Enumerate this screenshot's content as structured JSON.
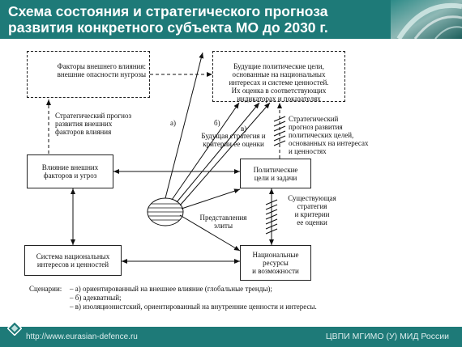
{
  "header": {
    "title": "Схема состояния и стратегического прогноза развития конкретного субъекта МО до 2030 г."
  },
  "diagram": {
    "factors_box": "Факторы внешнего влияния:\nвнешние опасности нугрозы",
    "goals_box": "Будущие политические цели,\nоснованные на национальных\nинтересах и системе ценностей.\nИх оценка в соответствующих\nиндикаторах и показателях",
    "influence_box": "Влияние внешних\nфакторов и угроз",
    "political_box": "Политические\nцели и задачи",
    "system_box": "Система национальных\nинтересов и ценностей",
    "resources_box": "Национальные\nресурсы\nи возможности",
    "label_strategic_external": "Стратегический прогноз\nразвития внешних\nфакторов влияния",
    "label_strategic_political": "Стратегический\nпрогноз развития\nполитических целей,\nоснованных на интересах\nи ценностях",
    "label_future_strategy": "Будущая стратегия и\nкритерии ее оценки",
    "label_existing_strategy": "Существующая\nстратегия\nи критерии\nее оценки",
    "label_elite": "Представления\nэлиты",
    "label_a": "а)",
    "label_b": "б)",
    "label_v": "в)",
    "scenarios_title": "Сценарии:",
    "scenario_a": "– а) ориентированный на внешнее влияние (глобальные тренды);",
    "scenario_b": "– б) адекватный;",
    "scenario_v": "– в) изоляционистский, ориентированный на внутренние ценности и интересы."
  },
  "footer": {
    "url": "http://www.eurasian-defence.ru",
    "org": "ЦВПИ МГИМО (У) МИД России"
  },
  "colors": {
    "header_bg": "#1e7a78",
    "footer_bg": "#1e7a78",
    "text": "#111111"
  }
}
